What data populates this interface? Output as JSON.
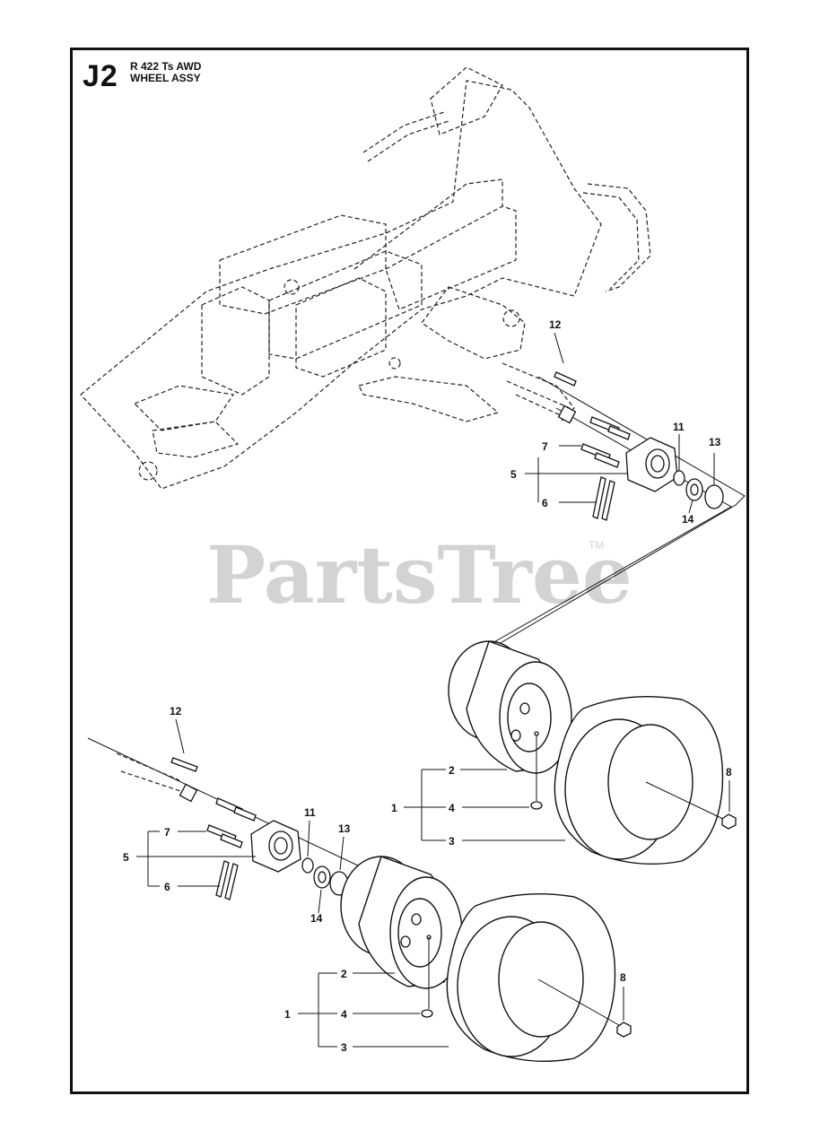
{
  "header": {
    "code": "J2",
    "model": "R 422 Ts AWD",
    "title": "WHEEL ASSY"
  },
  "watermark": {
    "text": "PartsTree",
    "trademark": "TM"
  },
  "callouts": {
    "upper": {
      "n12": "12",
      "n7": "7",
      "n5": "5",
      "n6": "6",
      "n11": "11",
      "n13": "13",
      "n14": "14",
      "n2": "2",
      "n1": "1",
      "n4": "4",
      "n3": "3",
      "n8": "8"
    },
    "lower": {
      "n12": "12",
      "n7": "7",
      "n5": "5",
      "n6": "6",
      "n11": "11",
      "n13": "13",
      "n14": "14",
      "n2": "2",
      "n1": "1",
      "n4": "4",
      "n3": "3",
      "n8": "8"
    }
  }
}
